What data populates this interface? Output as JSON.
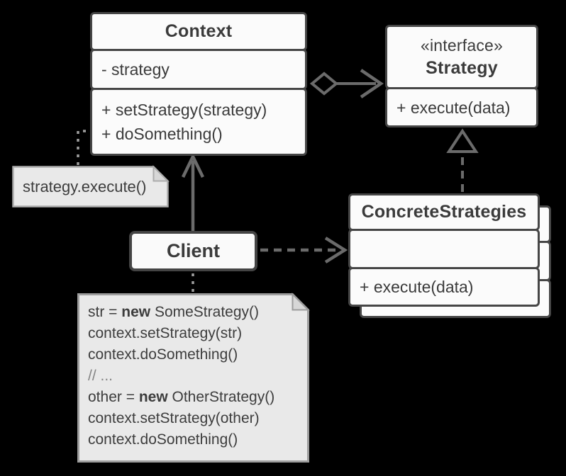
{
  "classes": {
    "context": {
      "title": "Context",
      "attributes": [
        "- strategy"
      ],
      "methods": [
        "+ setStrategy(strategy)",
        "+ doSomething()"
      ]
    },
    "strategy": {
      "stereotype": "«interface»",
      "title": "Strategy",
      "methods": [
        "+ execute(data)"
      ]
    },
    "concrete_strategies": {
      "title": "ConcreteStrategies",
      "methods": [
        "+ execute(data)"
      ]
    },
    "client": {
      "title": "Client"
    }
  },
  "notes": {
    "call_note": {
      "text": "strategy.execute()"
    },
    "code_note": {
      "lines": [
        {
          "segments": [
            {
              "text": "str = "
            },
            {
              "text": "new",
              "bold": true
            },
            {
              "text": " SomeStrategy()"
            }
          ]
        },
        {
          "segments": [
            {
              "text": "context.setStrategy(str)"
            }
          ]
        },
        {
          "segments": [
            {
              "text": "context.doSomething()"
            }
          ]
        },
        {
          "segments": [
            {
              "text": "// ..."
            }
          ],
          "muted": true
        },
        {
          "segments": [
            {
              "text": "other = "
            },
            {
              "text": "new",
              "bold": true
            },
            {
              "text": " OtherStrategy()"
            }
          ]
        },
        {
          "segments": [
            {
              "text": "context.setStrategy(other)"
            }
          ]
        },
        {
          "segments": [
            {
              "text": "context.doSomething()"
            }
          ]
        }
      ]
    }
  },
  "colors": {
    "background": "#000000",
    "box_fill": "#fbfbfb",
    "box_border": "#464646",
    "text": "#3b3b3b",
    "arrow": "#6b6b6b",
    "note_fill": "#e9e9e9",
    "note_border": "#a6a6a6",
    "note_fold": "#d7d7d7",
    "dotted_connector": "#9e9e9e"
  }
}
